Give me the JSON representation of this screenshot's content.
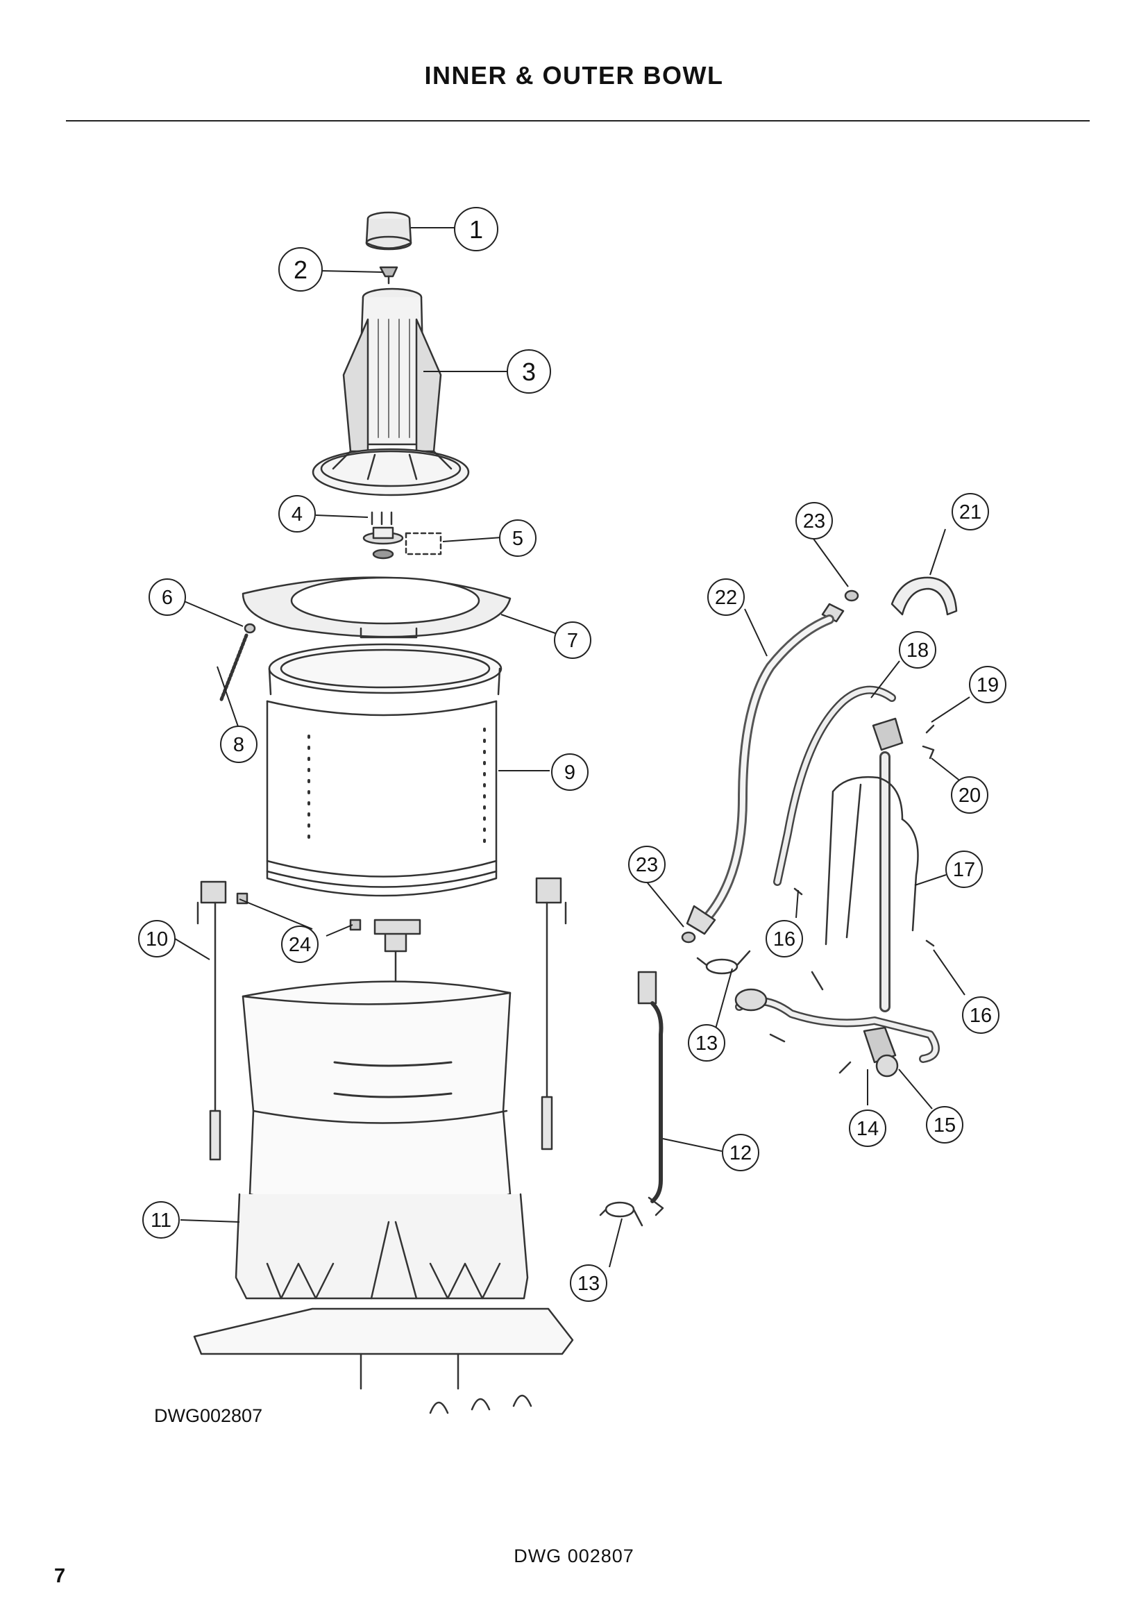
{
  "header": {
    "title": "INNER & OUTER BOWL"
  },
  "diagram": {
    "drawing_id": "DWG002807",
    "callouts": [
      "1",
      "2",
      "3",
      "4",
      "5",
      "6",
      "7",
      "8",
      "9",
      "10",
      "11",
      "12",
      "13",
      "13",
      "14",
      "15",
      "16",
      "16",
      "17",
      "18",
      "19",
      "20",
      "21",
      "22",
      "23",
      "23",
      "24"
    ]
  },
  "footer": {
    "reference": "DWG 002807",
    "page_number": "7"
  }
}
